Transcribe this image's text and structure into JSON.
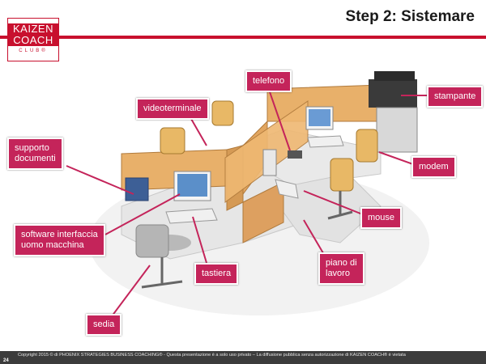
{
  "header": {
    "title": "Step 2: Sistemare"
  },
  "logo": {
    "line1": "KAIZEN",
    "line2": "COACH",
    "line3": "CLUB®"
  },
  "labels": {
    "telefono": "telefono",
    "videoterminale": "videoterminale",
    "stampante": "stampante",
    "supporto_1": "supporto",
    "supporto_2": "documenti",
    "modem": "modem",
    "software_1": "software interfaccia",
    "software_2": "uomo macchina",
    "mouse": "mouse",
    "tastiera": "tastiera",
    "piano_1": "piano di",
    "piano_2": "lavoro",
    "sedia": "sedia"
  },
  "footer": {
    "copyright": "Copyright 2015 © di PHOENIX STRATEGIES BUSINESS COACHING® - Questa presentazione è a solo uso privato – La diffusione pubblica senza autorizzazione di KAIZEN COACH® è vietata",
    "page_number": "24"
  },
  "colors": {
    "accent": "#c8102e",
    "label_bg": "#c4245a",
    "footer_bg": "#3c3c3c"
  }
}
